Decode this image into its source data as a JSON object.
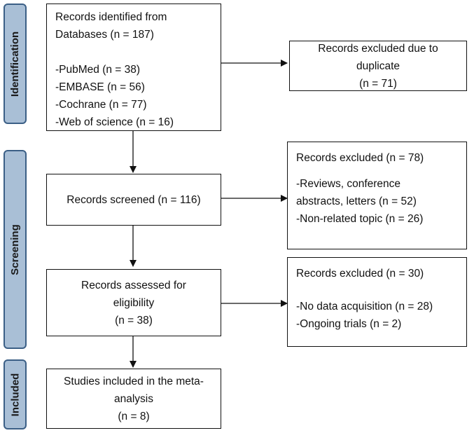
{
  "phases": {
    "identification": "Identification",
    "screening": "Screening",
    "included": "Included"
  },
  "boxes": {
    "identified": {
      "title_line1": "Records identified from",
      "title_line2": "Databases (n = 187)",
      "sources": [
        "-PubMed (n = 38)",
        "-EMBASE (n = 56)",
        "-Cochrane (n = 77)",
        "-Web of science (n = 16)"
      ]
    },
    "duplicates": {
      "lines": [
        "Records excluded due to",
        "duplicate",
        "(n = 71)"
      ]
    },
    "screened": {
      "label": "Records screened (n = 116)"
    },
    "excluded_screening": {
      "title": "Records excluded (n = 78)",
      "reasons": [
        "-Reviews, conference",
        "abstracts, letters (n = 52)",
        "-Non-related topic (n = 26)"
      ]
    },
    "eligibility": {
      "lines": [
        "Records assessed for",
        "eligibility",
        "(n = 38)"
      ]
    },
    "excluded_eligibility": {
      "title": "Records excluded (n = 30)",
      "reasons": [
        "-No data acquisition (n = 28)",
        "-Ongoing trials (n = 2)"
      ]
    },
    "included": {
      "lines": [
        "Studies included in the meta-",
        "analysis",
        "(n = 8)"
      ]
    }
  },
  "colors": {
    "phase_fill": "#a9bfd6",
    "phase_border": "#3b5f86",
    "box_border": "#111111"
  }
}
